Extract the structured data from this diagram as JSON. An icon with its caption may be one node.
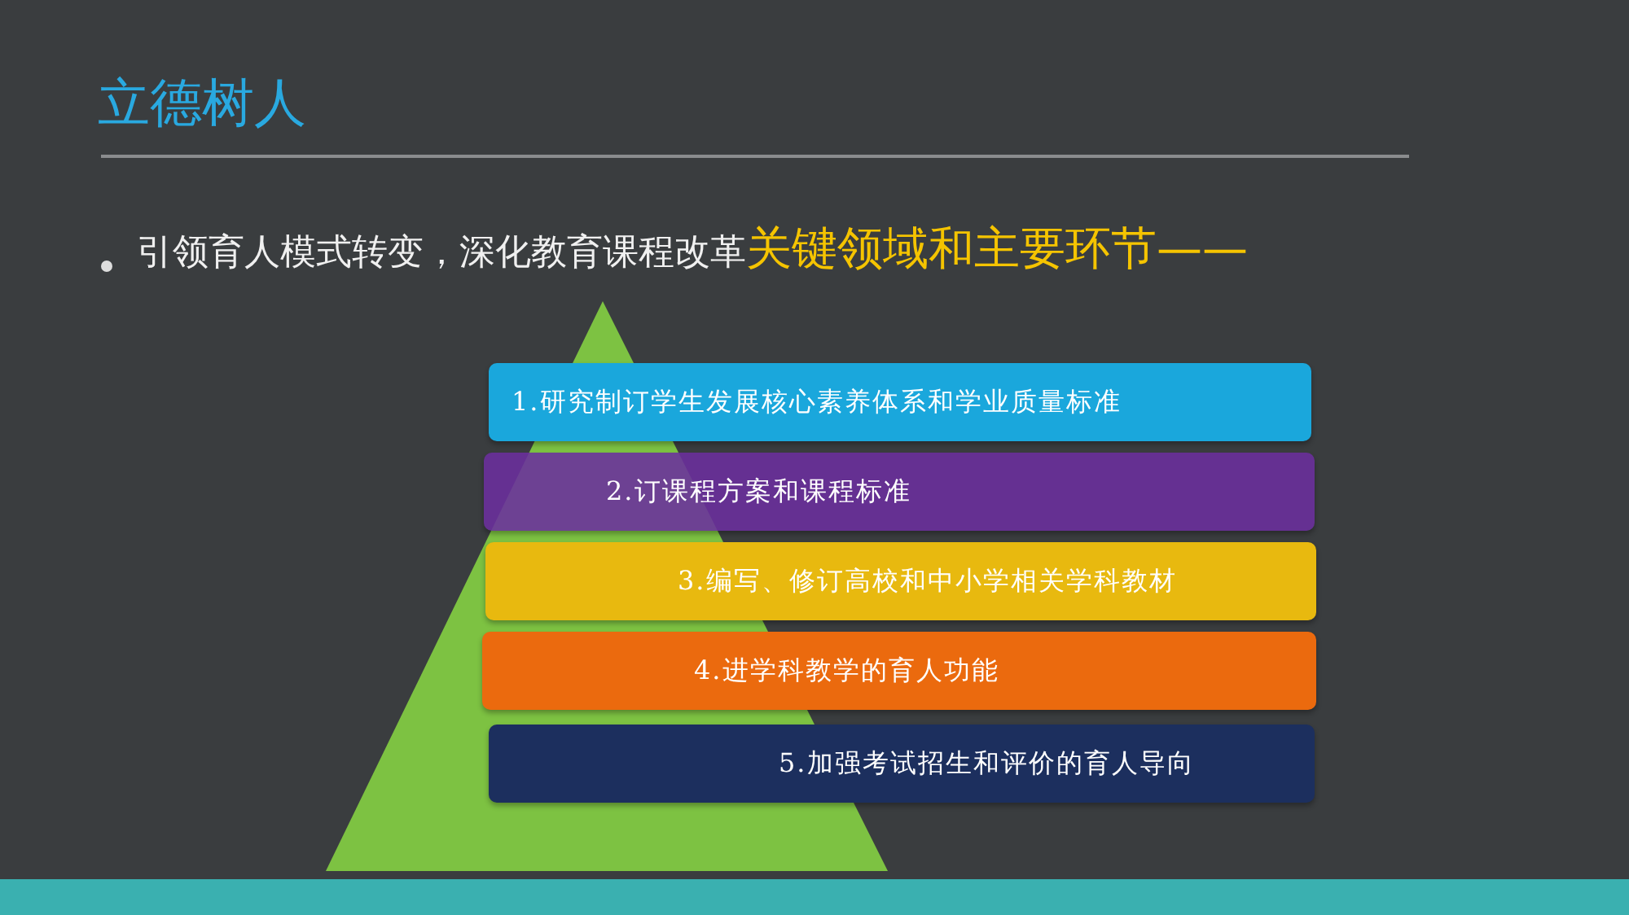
{
  "diagram": {
    "title": "立德树人",
    "nodes": [
      {
        "text": [
          "1.研究制订学生发展核心素养体系和学业质量标准"
        ]
      },
      {
        "text": [
          "2.订课程方案和课程标准"
        ]
      },
      {
        "text": [
          "3.编写、修订高校和中小学相关学科教材"
        ]
      },
      {
        "text": [
          "4.进学科教学的育人功能"
        ]
      },
      {
        "text": [
          "5.加强考试招生和评价的育人导向"
        ]
      }
    ],
    "labels": [
      "引领育人模式转变，深化教育课程改革**关键领域和主要环节——**"
    ]
  }
}
